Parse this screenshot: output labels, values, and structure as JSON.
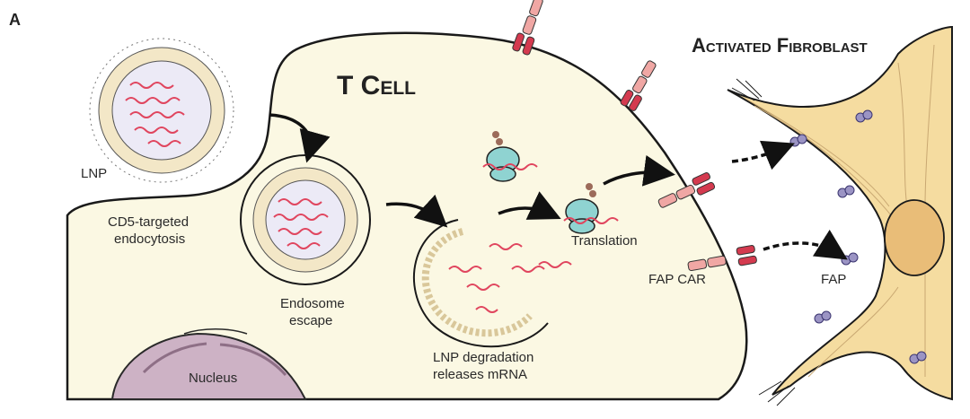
{
  "panel_letter": "A",
  "titles": {
    "t_cell": "T Cell",
    "fibroblast": "Activated Fibroblast"
  },
  "labels": {
    "lnp": "LNP",
    "endocytosis_1": "CD5-targeted",
    "endocytosis_2": "endocytosis",
    "escape_1": "Endosome",
    "escape_2": "escape",
    "degradation_1": "LNP degradation",
    "degradation_2": "releases mRNA",
    "translation": "Translation",
    "fap_car": "FAP CAR",
    "fap": "FAP",
    "nucleus": "Nucleus"
  },
  "colors": {
    "cell_fill": "#fbf8e3",
    "outline": "#1a1a1a",
    "mrna": "#e0455e",
    "lipid_head": "#f3e7c7",
    "lnp_core": "#eceaf6",
    "ribosome": "#8fd3d1",
    "car_dark": "#d43a4f",
    "car_light": "#f0a7a4",
    "fibroblast": "#f5dca0",
    "fibroblast_nucleus": "#e9bd78",
    "nucleus": "#cdb2c5",
    "fap_protein": "#9b94c4"
  }
}
